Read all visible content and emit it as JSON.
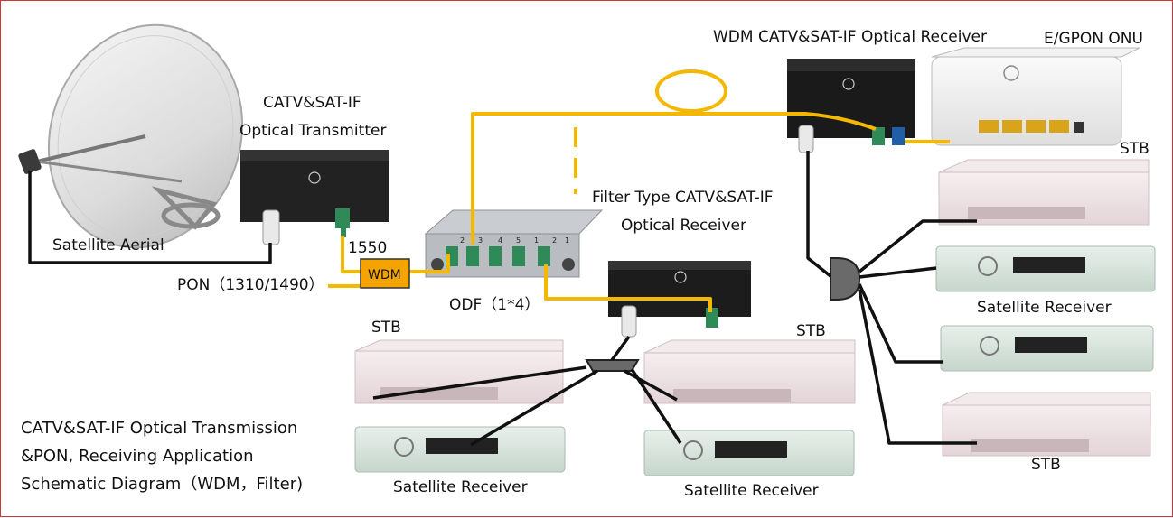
{
  "labels": {
    "wdm_receiver": "WDM CATV&SAT-IF Optical Receiver",
    "gpon_onu": "E/GPON ONU",
    "transmitter_line1": "CATV&SAT-IF",
    "transmitter_line2": "Optical Transmitter",
    "satellite_aerial": "Satellite Aerial",
    "wavelength_1550": "1550",
    "wdm_box": "WDM",
    "pon": "PON（1310/1490）",
    "filter_receiver_line1": "Filter Type CATV&SAT-IF",
    "filter_receiver_line2": "Optical Receiver",
    "odf": "ODF（1*4）",
    "stb_right_top": "STB",
    "satellite_receiver_right": "Satellite Receiver",
    "stb_right_bottom": "STB",
    "stb_center": "STB",
    "stb_left": "STB",
    "satellite_receiver_left": "Satellite Receiver",
    "satellite_receiver_center": "Satellite Receiver",
    "diagram_title": "CATV&SAT-IF Optical Transmission &PON, Receiving Application Schematic Diagram（WDM，Filter)"
  },
  "odf_port_numbers": [
    "2",
    "3",
    "4",
    "5",
    "1",
    "2",
    "1"
  ],
  "colors": {
    "fiber": "#f5b800",
    "coax": "#111111",
    "border": "#c83a3a",
    "wdm_fill": "#f5a300",
    "device_body": "#1c1c1c",
    "port_green": "#2e8b57",
    "stb_pink": "#efe3e6",
    "sat_receiver_green": "#d8e5de"
  }
}
